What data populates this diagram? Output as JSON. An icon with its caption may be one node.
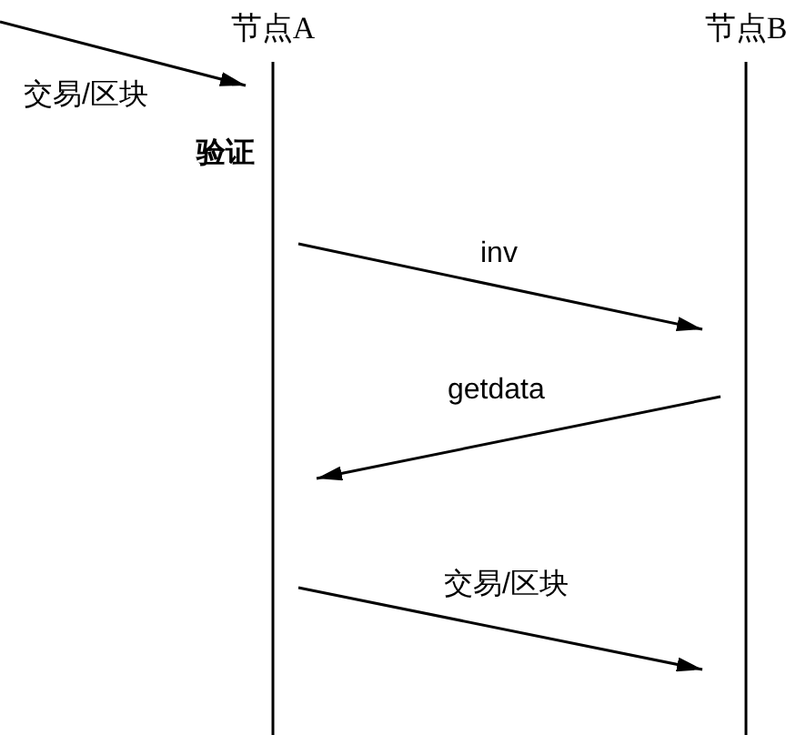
{
  "diagram": {
    "nodes": [
      {
        "text": [
          "节点A"
        ]
      },
      {
        "text": [
          "节点B"
        ]
      }
    ],
    "edges": [
      {
        "from": null,
        "to": 0,
        "label": "交易/区块",
        "arrow": "to"
      },
      {
        "from": 0,
        "to": 1,
        "label": "inv",
        "arrow": "to"
      },
      {
        "from": 1,
        "to": 0,
        "label": "getdata",
        "arrow": "to"
      },
      {
        "from": 0,
        "to": 1,
        "label": "交易/区块",
        "arrow": "to"
      }
    ],
    "labels": [
      "验证"
    ]
  }
}
